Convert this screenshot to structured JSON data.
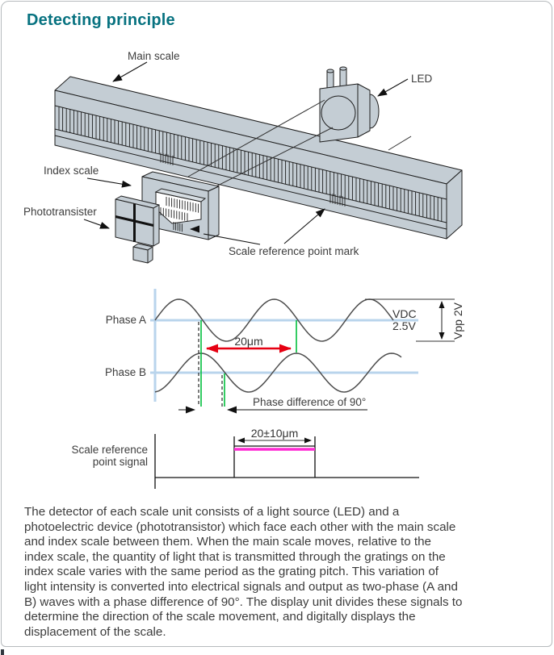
{
  "page": {
    "title": "Detecting principle"
  },
  "diagram": {
    "labels": {
      "main_scale": "Main scale",
      "led": "LED",
      "index_scale": "Index scale",
      "phototransistor": "Phototransister",
      "scale_ref_mark": "Scale reference point mark"
    }
  },
  "waveform": {
    "phase_a_label": "Phase A",
    "phase_b_label": "Phase B",
    "vdc_label": "VDC",
    "vdc_value": "2.5V",
    "vpp_label": "Vpp 2V",
    "pitch_label": "20μm",
    "phase_diff_label": "Phase difference of 90°"
  },
  "ref_signal": {
    "label_line1": "Scale reference",
    "label_line2": "point signal",
    "width_label": "20±10μm"
  },
  "body": {
    "text": "The detector of each scale unit consists of a light source (LED) and a\nphotoelectric device (phototransistor) which face each other with the main scale\nand index scale between them. When the main scale moves, relative to the\nindex scale, the quantity of light that is transmitted through the gratings on the\nindex scale varies with the same period as the grating pitch. This variation of\nlight intensity is converted into electrical signals and output as two-phase (A and\nB) waves with a phase difference of 90°. The display unit divides these signals to\ndetermine the direction of the scale movement, and digitally displays the\ndisplacement of the scale."
  },
  "colors": {
    "accent_teal": "#077280",
    "part_fill": "#c4cdd4",
    "baseline_blue": "#b9d4ec",
    "marker_green": "#00c03c",
    "pitch_arrow_red": "#e60012",
    "ref_signal_magenta": "#ff2bd4"
  }
}
